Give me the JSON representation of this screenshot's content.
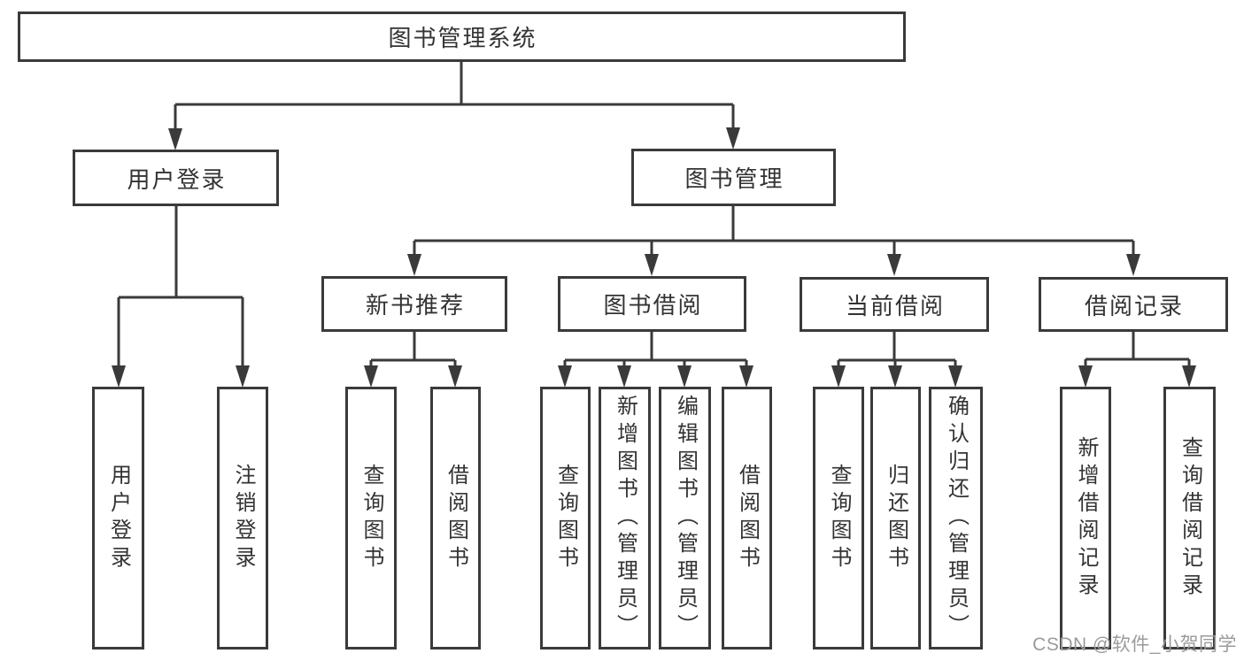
{
  "diagram": {
    "root": {
      "label": "图书管理系统"
    },
    "branches": [
      {
        "label": "用户登录",
        "children": [
          {
            "label": "用户登录"
          },
          {
            "label": "注销登录"
          }
        ]
      },
      {
        "label": "图书管理",
        "children": [
          {
            "label": "新书推荐",
            "children": [
              {
                "label": "查询图书"
              },
              {
                "label": "借阅图书"
              }
            ]
          },
          {
            "label": "图书借阅",
            "children": [
              {
                "label": "查询图书"
              },
              {
                "label": "新增图书（管理员）"
              },
              {
                "label": "编辑图书（管理员）"
              },
              {
                "label": "借阅图书"
              }
            ]
          },
          {
            "label": "当前借阅",
            "children": [
              {
                "label": "查询图书"
              },
              {
                "label": "归还图书"
              },
              {
                "label": "确认归还（管理员）"
              }
            ]
          },
          {
            "label": "借阅记录",
            "children": [
              {
                "label": "新增借阅记录"
              },
              {
                "label": "查询借阅记录"
              }
            ]
          }
        ]
      }
    ]
  },
  "watermark": {
    "text": "CSDN @软件_小贺同学"
  },
  "colors": {
    "line": "#3a3a3a",
    "text": "#333333",
    "background": "#ffffff",
    "watermark": "#9b9b9b"
  }
}
